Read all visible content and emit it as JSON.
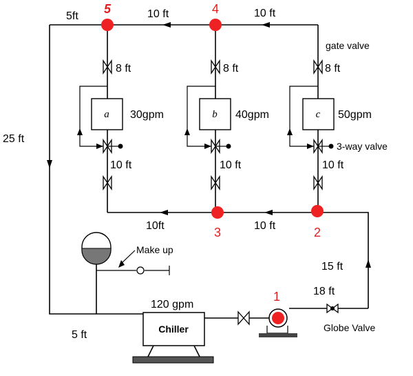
{
  "colors": {
    "node": "#ee2222",
    "line": "#000000",
    "text_node": "#e02020"
  },
  "nodes": [
    "1",
    "2",
    "3",
    "4",
    "5"
  ],
  "coils": [
    {
      "letter": "a",
      "flow": "30gpm"
    },
    {
      "letter": "b",
      "flow": "40gpm"
    },
    {
      "letter": "c",
      "flow": "50gpm"
    }
  ],
  "lengths": {
    "top_left": "5ft",
    "top_5_4": "10 ft",
    "top_4_right": "10 ft",
    "branch_a_top": "8 ft",
    "branch_b_top": "8 ft",
    "branch_c_top": "8  ft",
    "branch_a_bottom": "10 ft",
    "branch_b_bottom": "10 ft",
    "branch_c_bottom": "10 ft",
    "left_vertical": "25 ft",
    "bottom_3_left": "10ft",
    "bottom_2_3": "10 ft",
    "right_vertical": "15 ft",
    "pump_globe": "18 ft",
    "bottom_left": "5 ft"
  },
  "labels": {
    "gate_valve": "gate valve",
    "three_way_valve": "3-way valve",
    "make_up": "Make up",
    "chiller_flow": "120 gpm",
    "chiller": "Chiller",
    "globe_valve": "Globe Valve"
  }
}
